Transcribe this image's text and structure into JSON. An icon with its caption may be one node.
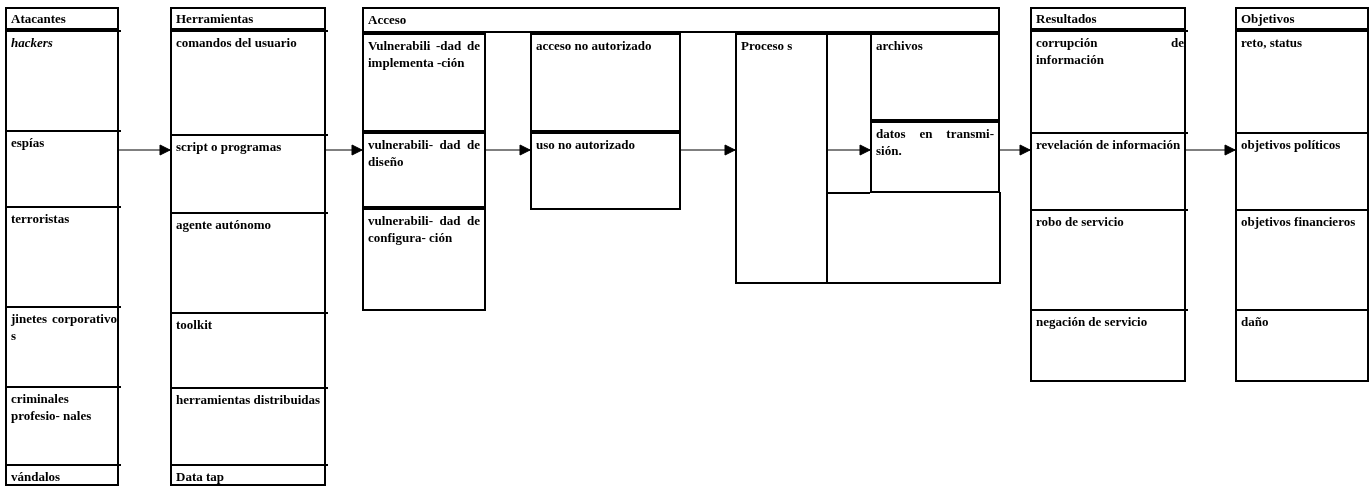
{
  "diagram": {
    "nodes": [
      {
        "text": [
          "Atacantes"
        ]
      },
      {
        "text": [
          "hackers"
        ],
        "in": 0
      },
      {
        "text": [
          "espías"
        ],
        "in": 0
      },
      {
        "text": [
          "terroristas"
        ],
        "in": 0
      },
      {
        "text": [
          "jinetes corporativo s"
        ],
        "in": 0
      },
      {
        "text": [
          "criminales profesio- nales"
        ],
        "in": 0
      },
      {
        "text": [
          "vándalos"
        ],
        "in": 0
      },
      {
        "text": [
          "Herramientas"
        ]
      },
      {
        "text": [
          "comandos del usuario"
        ],
        "in": 7
      },
      {
        "text": [
          "script o programas"
        ],
        "in": 7
      },
      {
        "text": [
          "agente autónomo"
        ],
        "in": 7
      },
      {
        "text": [
          "toolkit"
        ],
        "in": 7
      },
      {
        "text": [
          "herramientas distribuidas"
        ],
        "in": 7
      },
      {
        "text": [
          "Data tap"
        ],
        "in": 7
      },
      {
        "text": [
          "Acceso"
        ]
      },
      {
        "text": [
          "Vulnerabili -dad de implementa -ción"
        ]
      },
      {
        "text": [
          "vulnerabili- dad de diseño"
        ]
      },
      {
        "text": [
          "vulnerabili- dad de configura- ción"
        ]
      },
      {
        "text": [
          "acceso no autorizado"
        ]
      },
      {
        "text": [
          "uso no autorizado"
        ]
      },
      {
        "text": [
          "Proceso s"
        ]
      },
      {
        "text": [
          "archivos"
        ]
      },
      {
        "text": [
          "datos en transmi- sión."
        ]
      },
      {
        "text": [
          "Resultados"
        ]
      },
      {
        "text": [
          "corrupción de información"
        ],
        "in": 23
      },
      {
        "text": [
          "revelación de información"
        ],
        "in": 23
      },
      {
        "text": [
          "robo de servicio"
        ],
        "in": 23
      },
      {
        "text": [
          "negación de servicio"
        ],
        "in": 23
      },
      {
        "text": [
          "Objetivos"
        ]
      },
      {
        "text": [
          "reto, status"
        ],
        "in": 28
      },
      {
        "text": [
          "objetivos políticos"
        ],
        "in": 28
      },
      {
        "text": [
          "objetivos financieros"
        ],
        "in": 28
      },
      {
        "text": [
          "daño"
        ],
        "in": 28
      }
    ],
    "edges": [
      {
        "from": 0,
        "to": 7,
        "arrow": "to"
      },
      {
        "from": 7,
        "to": 16,
        "arrow": "to"
      },
      {
        "from": 16,
        "to": 19,
        "arrow": "to"
      },
      {
        "from": 19,
        "to": 20,
        "arrow": "to"
      },
      {
        "from": 20,
        "to": 22,
        "arrow": "to"
      },
      {
        "from": 22,
        "to": 23,
        "arrow": "to"
      },
      {
        "from": 23,
        "to": 28,
        "arrow": "to"
      }
    ]
  }
}
